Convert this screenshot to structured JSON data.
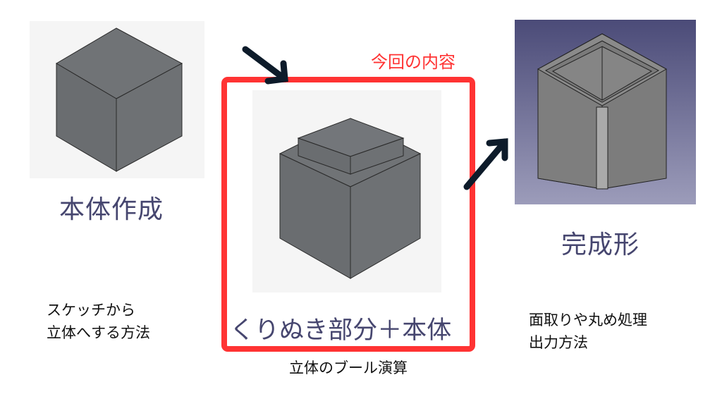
{
  "step1": {
    "label": "本体作成",
    "note_line1": "スケッチから",
    "note_line2": "立体へする方法"
  },
  "step2": {
    "highlight": "今回の内容",
    "label": "くりぬき部分＋本体",
    "note": "立体のブール演算"
  },
  "step3": {
    "label": "完成形",
    "note_line1": "面取りや丸め処理",
    "note_line2": "出力方法"
  },
  "colors": {
    "highlight": "#ff3333",
    "label": "#46466f",
    "arrow": "#0d1b2a",
    "cube": "#6b6e71"
  }
}
